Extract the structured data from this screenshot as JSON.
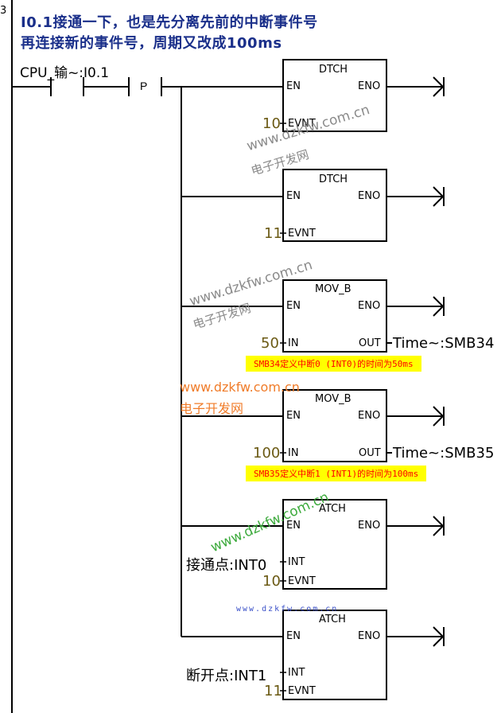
{
  "rung_number": "3",
  "comment": {
    "line1": "I0.1接通一下，也是先分离先前的中断事件号",
    "line2": "再连接新的事件号，周期又改成100ms"
  },
  "contact": {
    "label": "CPU_输~:I0.1",
    "p_label": "P"
  },
  "blocks": [
    {
      "title": "DTCH",
      "en": "EN",
      "eno": "ENO",
      "evnt_pin": "EVNT",
      "evnt_value": "10"
    },
    {
      "title": "DTCH",
      "en": "EN",
      "eno": "ENO",
      "evnt_pin": "EVNT",
      "evnt_value": "11"
    },
    {
      "title": "MOV_B",
      "en": "EN",
      "eno": "ENO",
      "in_pin": "IN",
      "in_value": "50",
      "out_pin": "OUT",
      "out_value": "Time~:SMB34",
      "note": "SMB34定义中断0 (INT0)的时间为50ms"
    },
    {
      "title": "MOV_B",
      "en": "EN",
      "eno": "ENO",
      "in_pin": "IN",
      "in_value": "100",
      "out_pin": "OUT",
      "out_value": "Time~:SMB35",
      "note": "SMB35定义中断1 (INT1)的时间为100ms"
    },
    {
      "title": "ATCH",
      "en": "EN",
      "eno": "ENO",
      "int_pin": "INT",
      "int_value": "接通点:INT0",
      "evnt_pin": "EVNT",
      "evnt_value": "10"
    },
    {
      "title": "ATCH",
      "en": "EN",
      "eno": "ENO",
      "int_pin": "INT",
      "int_value": "断开点:INT1",
      "evnt_pin": "EVNT",
      "evnt_value": "11"
    }
  ],
  "watermarks": {
    "url": "www.dzkfw.com.cn",
    "name": "电子开发网",
    "url_small": "www.dzkfw.com.cn"
  },
  "colors": {
    "comment": "#1a2f8a",
    "param_number": "#6b5a14",
    "note_bg": "#ffff00",
    "note_text": "#ff0000",
    "watermark_gray": "#8a8a8a",
    "watermark_orange": "#f07c2a",
    "watermark_green": "#3caa3c",
    "watermark_blue": "#3a50c8"
  }
}
